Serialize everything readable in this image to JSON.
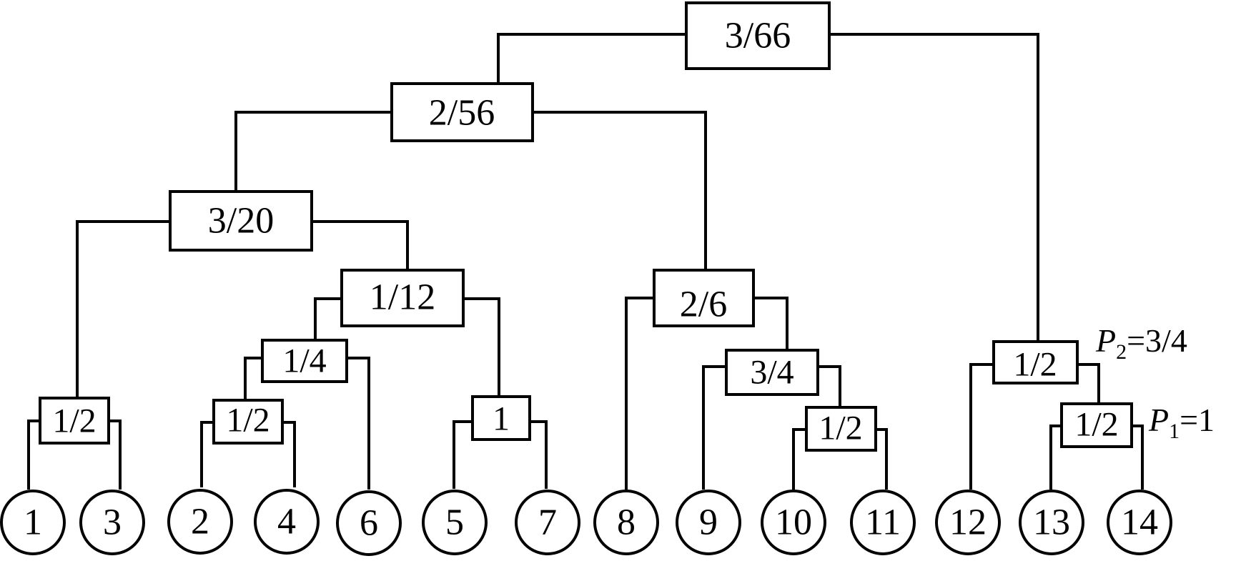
{
  "nodes": {
    "root": "3/66",
    "n256": "2/56",
    "n320": "3/20",
    "n112": "1/12",
    "n26": "2/6",
    "n14": "1/4",
    "n34": "3/4",
    "n12a": "1/2",
    "n12b": "1/2",
    "n1": "1",
    "n12c": "1/2",
    "n12d": "1/2",
    "n12e": "1/2"
  },
  "leaves": [
    "1",
    "3",
    "2",
    "4",
    "6",
    "5",
    "7",
    "8",
    "9",
    "10",
    "11",
    "12",
    "13",
    "14"
  ],
  "annotations": {
    "p2": {
      "symbol": "P",
      "subscript": "2",
      "value": "=3/4"
    },
    "p1": {
      "symbol": "P",
      "subscript": "1",
      "value": "=1"
    }
  }
}
